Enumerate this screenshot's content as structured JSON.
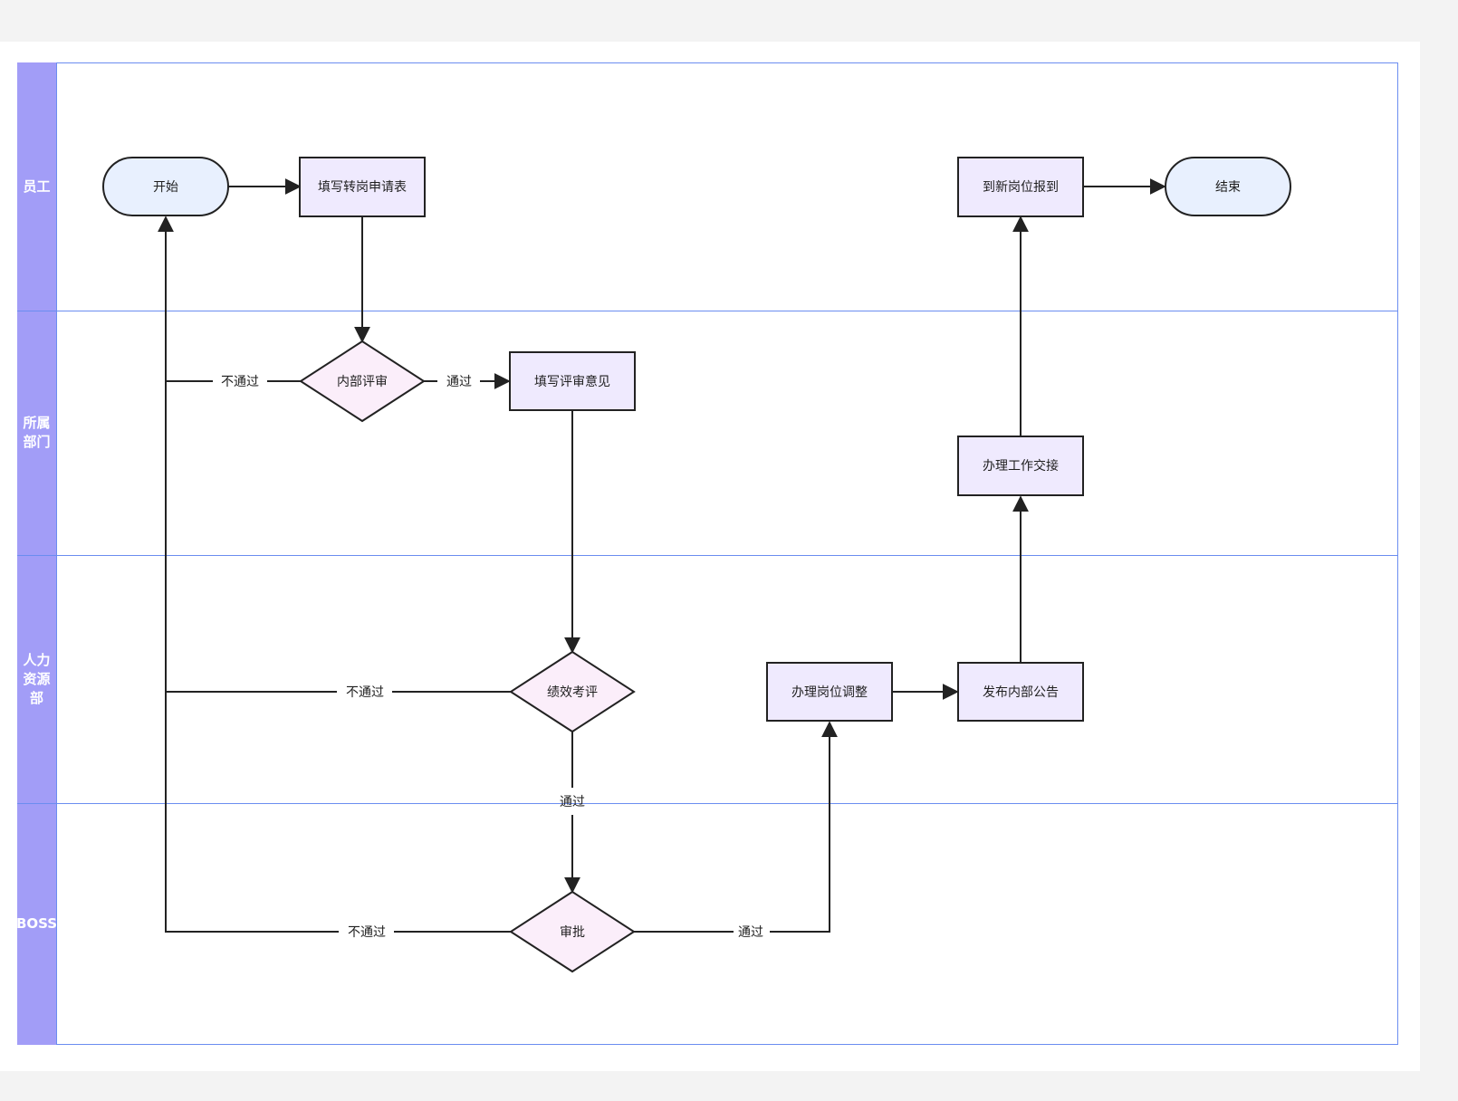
{
  "lanes": [
    {
      "id": "employee",
      "label": "员工"
    },
    {
      "id": "department",
      "label": "所属\n部门"
    },
    {
      "id": "hr",
      "label": "人力\n资源\n部"
    },
    {
      "id": "boss",
      "label": "BOSS"
    }
  ],
  "nodes": {
    "start": "开始",
    "fill_form": "填写转岗申请表",
    "report": "到新岗位报到",
    "end": "结束",
    "internal_review": "内部评审",
    "review_opinion": "填写评审意见",
    "handover": "办理工作交接",
    "performance": "绩效考评",
    "adjust": "办理岗位调整",
    "announce": "发布内部公告",
    "approve": "审批"
  },
  "edges": {
    "reject_internal": "不通过",
    "pass_internal": "通过",
    "reject_performance": "不通过",
    "pass_performance": "通过",
    "reject_approve": "不通过",
    "pass_approve": "通过"
  },
  "colors": {
    "lane_header": "#a29df7",
    "lane_border": "#6b8df0",
    "terminal_fill": "#e8f0fe",
    "process_fill": "#efeafe",
    "decision_fill": "#fbeefa",
    "stroke": "#222222"
  }
}
